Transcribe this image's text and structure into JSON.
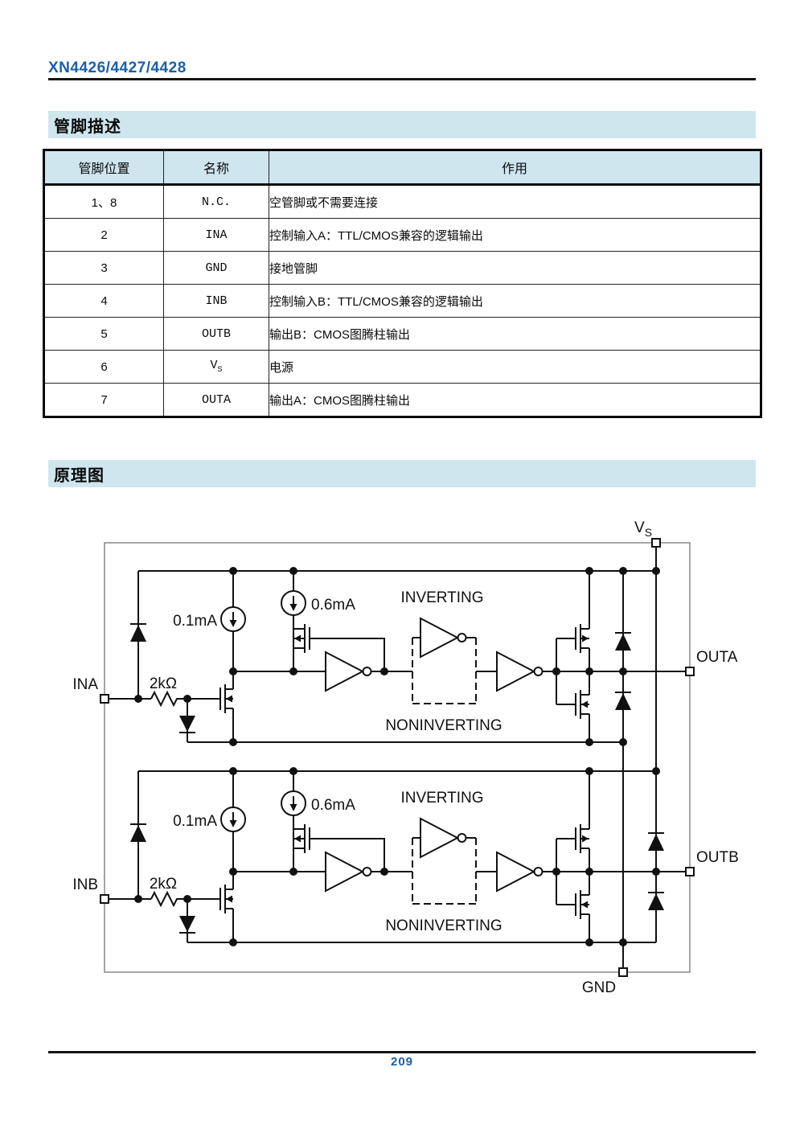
{
  "header": {
    "title": "XN4426/4427/4428"
  },
  "sections": {
    "pin_desc": "管脚描述",
    "schematic": "原理图"
  },
  "pin_table": {
    "headers": [
      "管脚位置",
      "名称",
      "作用"
    ],
    "rows": [
      {
        "pos": "1、8",
        "name": "N.C.",
        "func": "空管脚或不需要连接"
      },
      {
        "pos": "2",
        "name": "INA",
        "func": "控制输入A：TTL/CMOS兼容的逻辑输出"
      },
      {
        "pos": "3",
        "name": "GND",
        "func": "接地管脚"
      },
      {
        "pos": "4",
        "name": "INB",
        "func": "控制输入B：TTL/CMOS兼容的逻辑输出"
      },
      {
        "pos": "5",
        "name": "OUTB",
        "func": "输出B：CMOS图腾柱输出"
      },
      {
        "pos": "6",
        "name": "V",
        "name_sub": "S",
        "func": "电源"
      },
      {
        "pos": "7",
        "name": "OUTA",
        "func": "输出A：CMOS图腾柱输出"
      }
    ]
  },
  "schematic": {
    "supply_label": "V",
    "supply_sub": "S",
    "ground_label": "GND",
    "channels": [
      {
        "input_label": "INA",
        "output_label": "OUTA",
        "resistor_label": "2kΩ",
        "source1_label": "0.1mA",
        "source2_label": "0.6mA",
        "inverting_label": "INVERTING",
        "noninverting_label": "NONINVERTING"
      },
      {
        "input_label": "INB",
        "output_label": "OUTB",
        "resistor_label": "2kΩ",
        "source1_label": "0.1mA",
        "source2_label": "0.6mA",
        "inverting_label": "INVERTING",
        "noninverting_label": "NONINVERTING"
      }
    ]
  },
  "footer": {
    "page_number": "209"
  },
  "colors": {
    "accent_blue": "#1a5fa8",
    "band_blue": "#cfe6ef",
    "line": "#111111",
    "box_gray": "#888888"
  }
}
